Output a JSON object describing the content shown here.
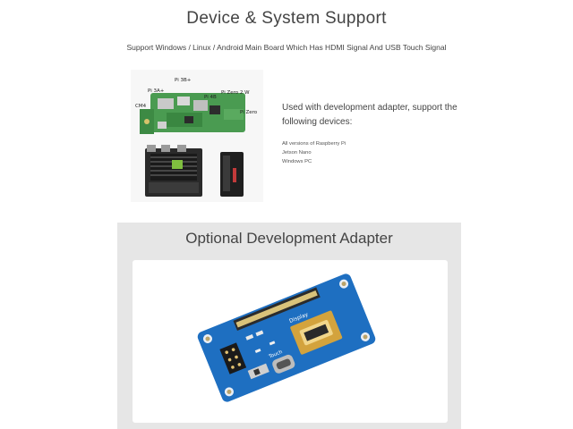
{
  "section1": {
    "title": "Device & System Support",
    "subtitle": "Support Windows / Linux / Android Main Board Which Has HDMI Signal And USB Touch Signal",
    "board_labels": {
      "pi3bplus": "Pi 3B+",
      "pi3aplus": "Pi 3A+",
      "pi4b": "Pi 4B",
      "pizero2w": "Pi Zero 2 W",
      "cm4": "CM4",
      "pizero": "Pi Zero"
    },
    "used_with": "Used with development adapter, support the following devices:",
    "devices": [
      "All versions of Raspberry Pi",
      "Jetson Nano",
      "Windows PC"
    ]
  },
  "section2": {
    "title": "Optional Development Adapter",
    "board_text": {
      "display": "Display",
      "touch": "Touch"
    }
  },
  "colors": {
    "pcb_green": "#3f8f47",
    "pcb_blue": "#1e6fc1",
    "panel_gray": "#e6e6e6",
    "gold": "#d3a33d"
  }
}
